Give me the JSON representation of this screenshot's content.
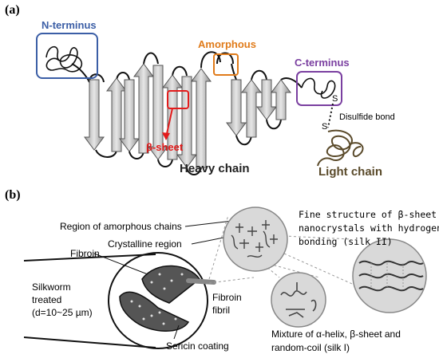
{
  "panel_a": {
    "label": "(a)",
    "n_terminus": "N-terminus",
    "amorphous": "Amorphous",
    "c_terminus": "C-terminus",
    "disulfide": "Disulfide bond",
    "s_top": "S",
    "s_bottom": "S",
    "beta_sheet": "β-sheet",
    "heavy_chain": "Heavy chain",
    "light_chain": "Light chain"
  },
  "panel_b": {
    "label": "(b)",
    "amorphous_region": "Region of amorphous chains",
    "crystalline_region": "Crystalline region",
    "fibroin": "Fibroin",
    "silkworm_1": "Silkworm",
    "silkworm_2": "treated",
    "silkworm_3": "(d=10~25 µm)",
    "fibroin_fibril_1": "Fibroin",
    "fibroin_fibril_2": "fibril",
    "sericin": "Sericin coating",
    "fine_1": "Fine structure of β-sheet",
    "fine_2": "nanocrystals with hydrogen",
    "fine_3": "bonding (silk II)",
    "mixture_1": "Mixture of α-helix, β-sheet and",
    "mixture_2": "random-coil (silk I)"
  },
  "colors": {
    "n_terminus": "#3b5ea6",
    "amorphous": "#e07b1a",
    "c_terminus": "#7a3fa0",
    "beta_sheet": "#e31b1b",
    "light_chain": "#5a4a2a"
  }
}
